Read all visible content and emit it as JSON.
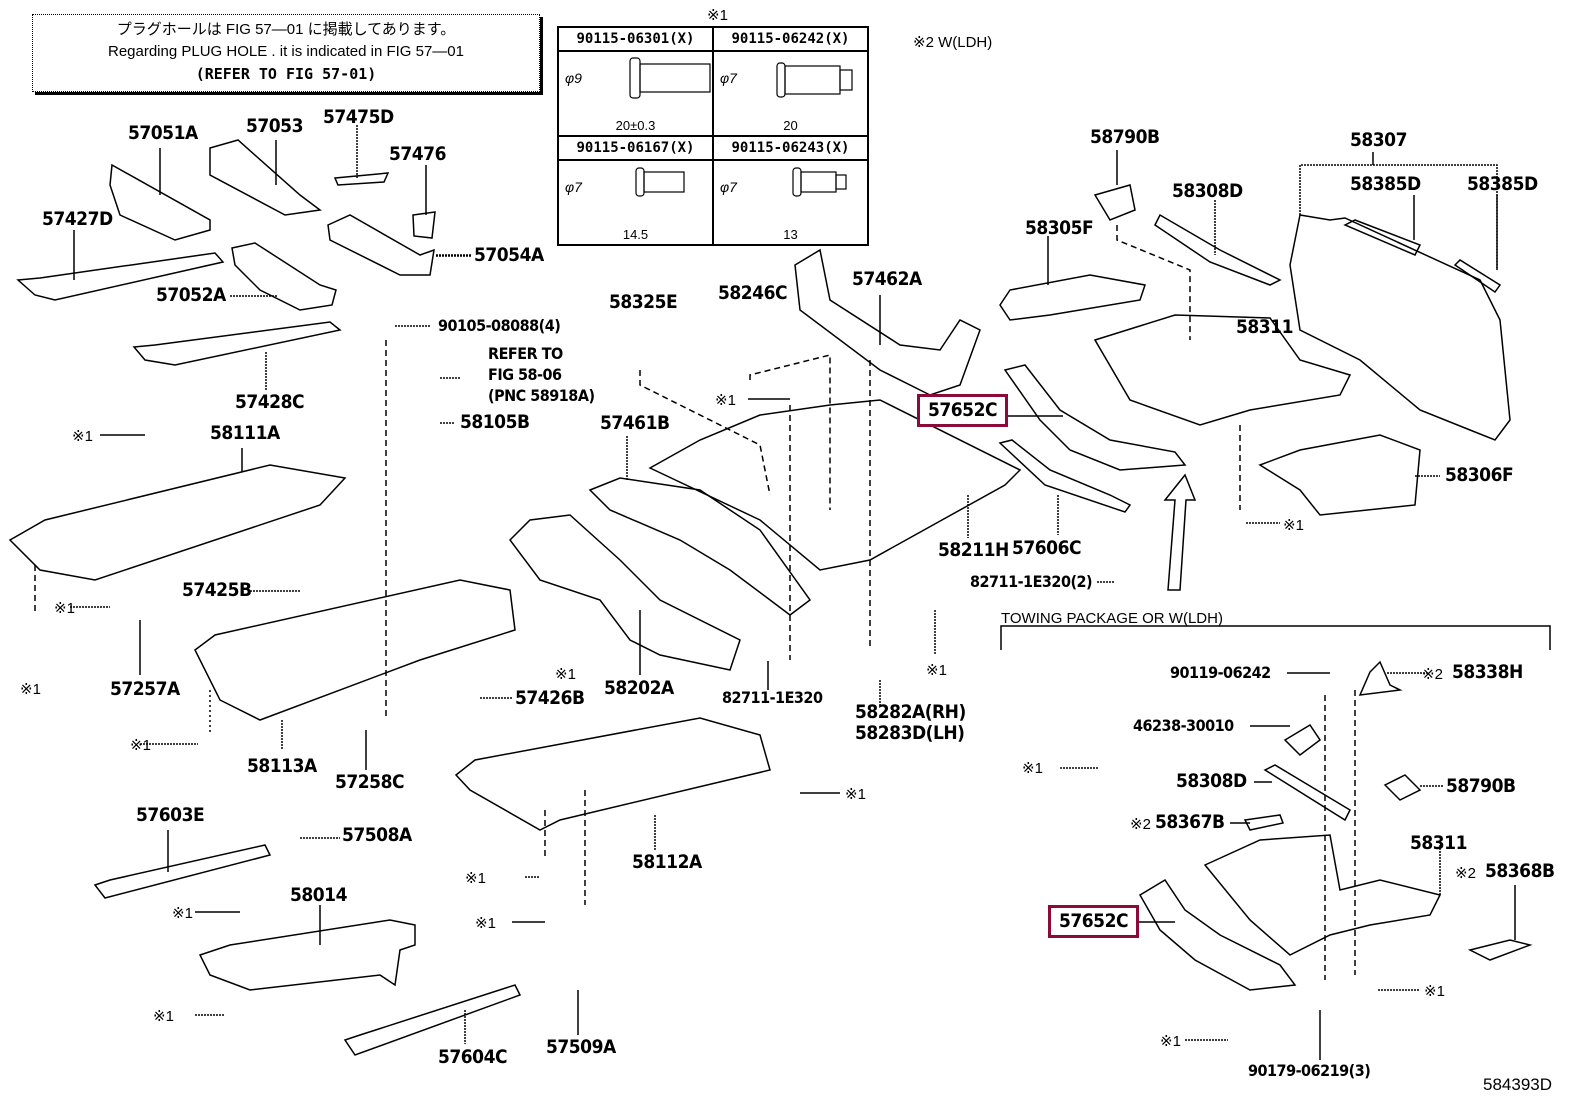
{
  "note": {
    "line_jp": "プラグホールは FIG 57—01 に掲載してあります。",
    "line_en": "Regarding  PLUG  HOLE . it is indicated in FIG  57—01",
    "line_ref": "(REFER TO FIG 57-01)"
  },
  "bolt_table": {
    "marker": "※1",
    "cells": [
      {
        "part": "90115-06301(X)",
        "diameter": "φ9",
        "length": "20±0.3"
      },
      {
        "part": "90115-06242(X)",
        "diameter": "φ7",
        "length": "20"
      },
      {
        "part": "90115-06167(X)",
        "diameter": "φ7",
        "length": "14.5"
      },
      {
        "part": "90115-06243(X)",
        "diameter": "φ7",
        "length": "13"
      }
    ]
  },
  "legend_note2": "※2 W(LDH)",
  "towing_section_title": "TOWING PACKAGE OR W(LDH)",
  "figure_id": "584393D",
  "highlight_color": "#8b0a3a",
  "marker1": "※1",
  "marker2": "※2",
  "parts": {
    "p57051A": "57051A",
    "p57053": "57053",
    "p57475D": "57475D",
    "p57476": "57476",
    "p57427D": "57427D",
    "p57052A": "57052A",
    "p57054A": "57054A",
    "p57428C": "57428C",
    "p90105": "90105-08088(4)",
    "refer1": "REFER TO",
    "refer2": "FIG 58-06",
    "refer3": "(PNC 58918A)",
    "p58105B": "58105B",
    "p58111A": "58111A",
    "p58325E": "58325E",
    "p58246C": "58246C",
    "p57462A": "57462A",
    "p57461B": "57461B",
    "p57652C_top": "57652C",
    "p58790B_top": "58790B",
    "p58308D_top": "58308D",
    "p58305F": "58305F",
    "p58307": "58307",
    "p58385D_a": "58385D",
    "p58385D_b": "58385D",
    "p58311_top": "58311",
    "p58306F": "58306F",
    "p58211H": "58211H",
    "p57606C": "57606C",
    "p82711_2": "82711-1E320(2)",
    "p57425B": "57425B",
    "p57257A": "57257A",
    "p57426B": "57426B",
    "p58202A": "58202A",
    "p82711": "82711-1E320",
    "p58282A": "58282A(RH)",
    "p58283D": "58283D(LH)",
    "p58113A": "58113A",
    "p57258C": "57258C",
    "p58112A": "58112A",
    "p57603E": "57603E",
    "p57508A": "57508A",
    "p58014": "58014",
    "p57604C": "57604C",
    "p57509A": "57509A",
    "p90119": "90119-06242",
    "p58338H": "58338H",
    "p46238": "46238-30010",
    "p58308D_bot": "58308D",
    "p58790B_bot": "58790B",
    "p58367B": "58367B",
    "p58311_bot": "58311",
    "p58368B": "58368B",
    "p57652C_bot": "57652C",
    "p90179": "90179-06219(3)"
  }
}
